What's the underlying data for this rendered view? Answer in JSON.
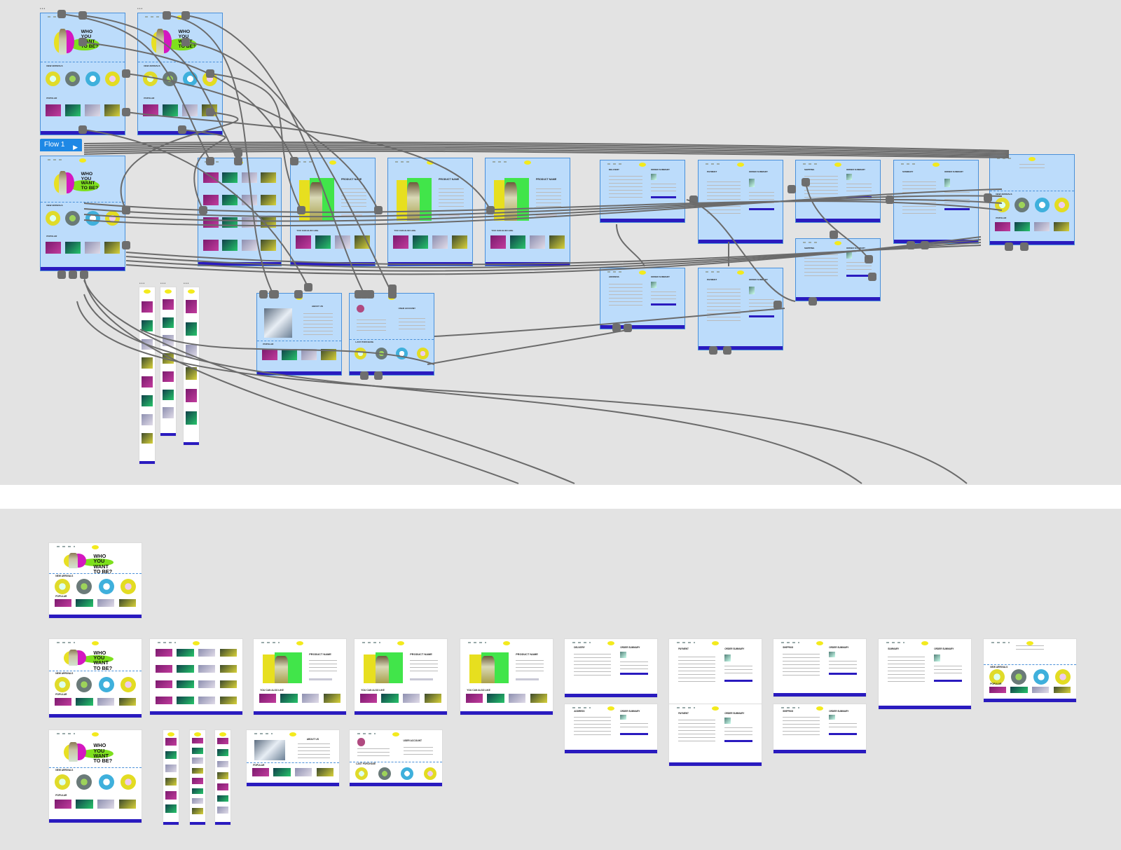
{
  "app": {
    "mode": "prototype-canvas"
  },
  "flow": {
    "label": "Flow 1",
    "play_icon": "play-flow-icon"
  },
  "colors": {
    "selection_fill": "#bcdcfb",
    "selection_border": "#4a90d9",
    "connector": "#6b6b6b",
    "footer": "#2a1bbf",
    "logo": "#f3ea1d",
    "hero_green": "#7ee01d",
    "hero_magenta": "#d418c0",
    "product_green": "#41e54a",
    "product_yellow": "#e7df1f",
    "canvas": "#e3e3e3",
    "flow_badge": "#1e88e5"
  },
  "screen_text": {
    "hero": [
      "WHO",
      "YOU",
      "WANT",
      "TO BE?"
    ],
    "new_arrivals": "NEW ARRIVALS",
    "popular": "POPULAR",
    "product_name": "PRODUCT NAME",
    "you_can_also_like": "YOU CAN ALSO LIKE",
    "about_us": "ABOUT US",
    "user_account": "USER ACCOUNT",
    "last_purchase": "LAST PURCHASE",
    "address": "ADDRESS",
    "payment": "PAYMENT",
    "shipping": "SHIPPING",
    "summary": "SUMMARY",
    "order_summary": "ORDER SUMMARY",
    "delivery": "DELIVERY"
  },
  "flow_frames": [
    {
      "type": "home",
      "name": "home-1"
    },
    {
      "type": "home",
      "name": "home-2"
    },
    {
      "type": "home",
      "name": "home-3"
    },
    {
      "type": "catalog",
      "name": "catalog"
    },
    {
      "type": "product",
      "name": "product-1"
    },
    {
      "type": "product",
      "name": "product-2"
    },
    {
      "type": "product",
      "name": "product-3"
    },
    {
      "type": "checkout",
      "name": "delivery",
      "title_key": "delivery"
    },
    {
      "type": "checkout",
      "name": "payment-1",
      "title_key": "payment"
    },
    {
      "type": "checkout",
      "name": "shipping-1",
      "title_key": "shipping"
    },
    {
      "type": "checkout",
      "name": "summary",
      "title_key": "summary"
    },
    {
      "type": "home-lite",
      "name": "arrivals"
    },
    {
      "type": "checkout",
      "name": "shipping-2",
      "title_key": "shipping"
    },
    {
      "type": "checkout",
      "name": "address",
      "title_key": "address"
    },
    {
      "type": "checkout",
      "name": "payment-2",
      "title_key": "payment"
    },
    {
      "type": "about",
      "name": "about-us"
    },
    {
      "type": "account",
      "name": "user-account"
    },
    {
      "type": "mobile",
      "name": "mobile-home"
    },
    {
      "type": "mobile",
      "name": "mobile-catalog"
    },
    {
      "type": "mobile",
      "name": "mobile-product"
    }
  ]
}
